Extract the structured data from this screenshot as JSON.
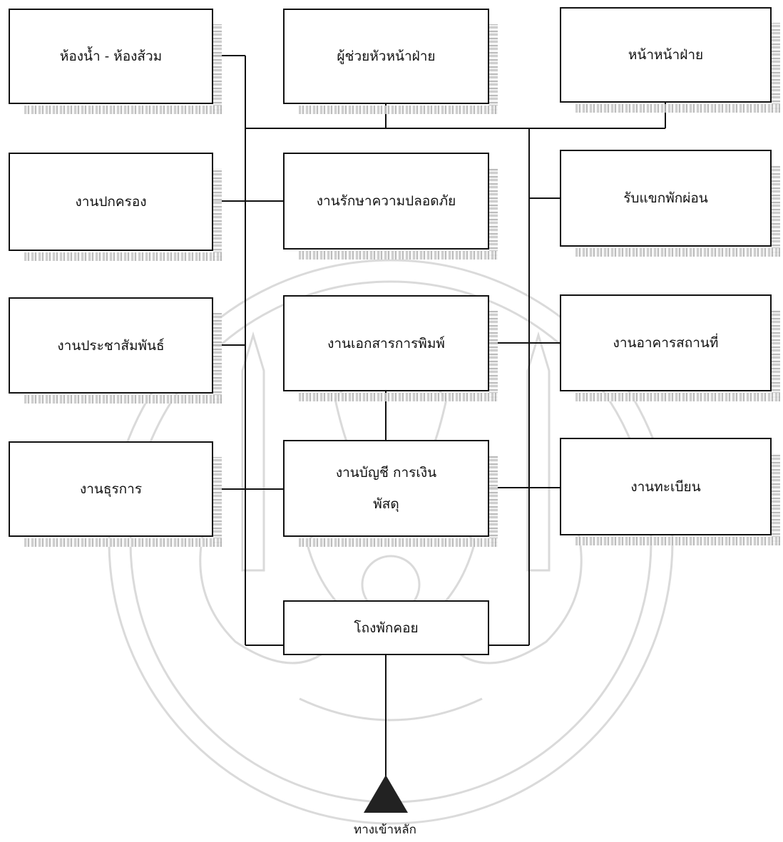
{
  "boxes": {
    "restroom": "ห้องน้ำ - ห้องส้วม",
    "assistant_head": "ผู้ช่วยหัวหน้าฝ่าย",
    "head": "หน้าหน้าฝ่าย",
    "administration": "งานปกครอง",
    "security": "งานรักษาความปลอดภัย",
    "reception": "รับแขกพักผ่อน",
    "public_relations": "งานประชาสัมพันธ์",
    "printing": "งานเอกสารการพิมพ์",
    "buildings": "งานอาคารสถานที่",
    "clerical": "งานธุรการ",
    "accounting": "งานบัญชี การเงิน\nพัสดุ",
    "registration": "งานทะเบียน",
    "lobby": "โถงพักคอย"
  },
  "entrance_label": "ทางเข้าหลัก"
}
